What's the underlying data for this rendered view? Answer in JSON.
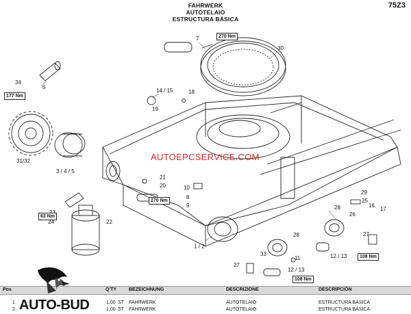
{
  "header": {
    "title_de": "FAHRWERK",
    "title_it": "AUTOTELAIO",
    "title_es": "ESTRUCTURA BÁSICA",
    "code": "75Z3"
  },
  "watermark": "AUTOEPCSERVICE.COM",
  "brand": "AUTO-BUD",
  "callouts": {
    "c7": "7",
    "c30": "30",
    "c34": "34",
    "c6": "6",
    "c1415": "14 / 15",
    "c18": "18",
    "c19": "19",
    "c3132": "31/32",
    "c345": "3 / 4 / 5",
    "c21": "21",
    "c20": "20",
    "c10": "10",
    "c8": "8",
    "c9": "9",
    "c23": "23",
    "c24": "24",
    "c22": "22",
    "c12": "1 / 2",
    "c28a": "28",
    "c28b": "28",
    "c29": "29",
    "c25": "25",
    "c26": "26",
    "c16": "16",
    "c17": "17",
    "c1213a": "12 / 13",
    "c33": "33",
    "c11": "11",
    "c27a": "27",
    "c27b": "27",
    "c1213b": "12 / 13"
  },
  "torques": {
    "t270a": "270 Nm",
    "t177": "177 Nm",
    "t270b": "270 Nm",
    "t63": "63 Nm",
    "t108a": "108 Nm",
    "t108b": "108 Nm"
  },
  "table": {
    "headers": {
      "pos": "Pos",
      "qty": "Q'TY",
      "bez": "BEZEICHNUNG",
      "desc_it": "DESCRIZIONE",
      "desc_es": "DESCRIPCIÓN"
    },
    "rows": [
      {
        "pos": "1",
        "qty": "1,00",
        "unit": "ST",
        "bez": "FAHRWERK",
        "it": "AUTOTELAIO",
        "es": "ESTRUCTURA BÁSICA"
      },
      {
        "pos": "2",
        "qty": "1,00",
        "unit": "ST",
        "bez": "FAHRWERK",
        "it": "AUTOTELAIO",
        "es": "ESTRUCTURA BÁSICA"
      }
    ]
  }
}
